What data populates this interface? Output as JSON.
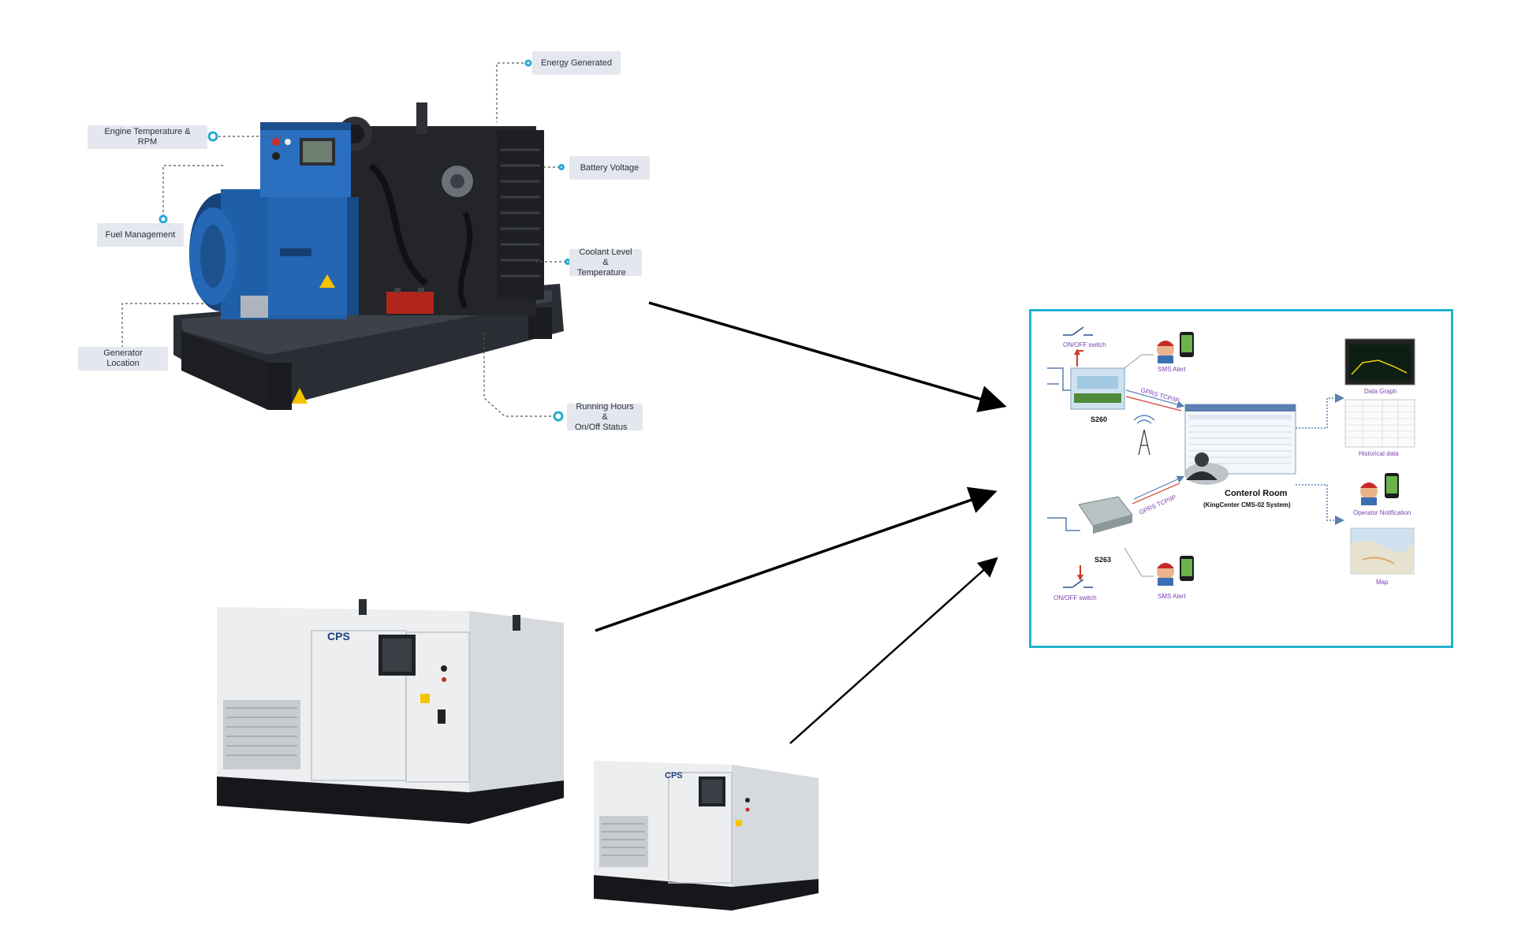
{
  "generator_sensors": {
    "energy_generated": "Energy Generated",
    "engine_temp_rpm": "Engine Temperature & RPM",
    "battery_voltage": "Battery  Voltage",
    "fuel_management": "Fuel Management",
    "coolant_line1": "Coolant Level &",
    "coolant_line2": "Temperature",
    "generator_location": "Generator Location",
    "running_line1": "Running Hours &",
    "running_line2": "On/Off Status"
  },
  "generator_brand": "CPS",
  "control_system": {
    "onoff_switch_top": "ON/OFF switch",
    "sms_alert_top": "SMS Alert",
    "device_s260": "S260",
    "gprs_top": "GPRS TCP/IP",
    "gprs_bottom": "GPRS TCP/IP",
    "control_room": "Conterol Room",
    "control_room_sub": "(KingCenter CMS-02 System)",
    "device_s263": "S263",
    "onoff_switch_bottom": "ON/OFF switch",
    "sms_alert_bottom": "SMS Alert",
    "data_graph": "Data Graph",
    "historical_data": "Historical data",
    "operator_notification": "Operator Notification",
    "map": "Map"
  },
  "colors": {
    "panel_border": "#22b1cf",
    "callout_bg": "#e4e8ee",
    "callout_dot": "#2aa7d6",
    "generator_blue": "#1f5fa8",
    "label_purple": "#7a3fb0",
    "alert_red": "#d23a2a",
    "arrow": "#000000"
  }
}
